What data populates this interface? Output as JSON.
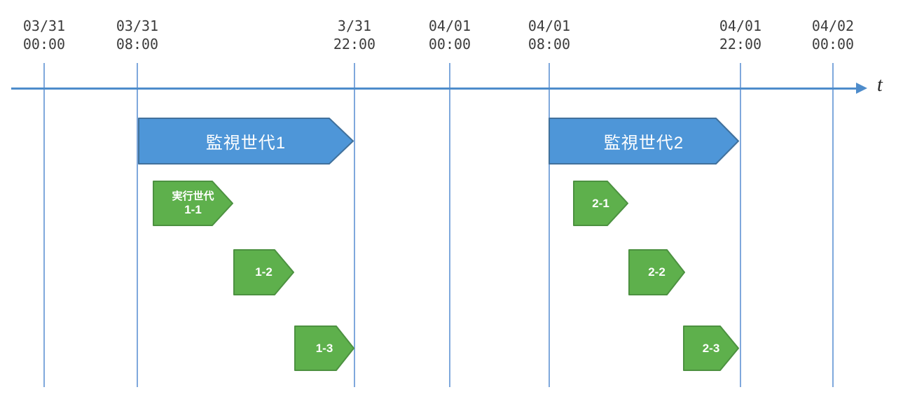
{
  "diagram": {
    "axis_label": "t",
    "ticks": [
      {
        "date": "03/31",
        "time": "00:00"
      },
      {
        "date": "03/31",
        "time": "08:00"
      },
      {
        "date": "3/31",
        "time": "22:00"
      },
      {
        "date": "04/01",
        "time": "00:00"
      },
      {
        "date": "04/01",
        "time": "08:00"
      },
      {
        "date": "04/01",
        "time": "22:00"
      },
      {
        "date": "04/02",
        "time": "00:00"
      }
    ],
    "monitor_bars": [
      {
        "label": "監視世代1"
      },
      {
        "label": "監視世代2"
      }
    ],
    "exec_shapes": [
      {
        "title": "実行世代",
        "label": "1-1"
      },
      {
        "label": "1-2"
      },
      {
        "label": "1-3"
      },
      {
        "label": "2-1"
      },
      {
        "label": "2-2"
      },
      {
        "label": "2-3"
      }
    ],
    "colors": {
      "bar_fill": "#4E96D8",
      "bar_border": "#41719C",
      "exec_fill": "#5EB04C",
      "exec_border": "#4C9140",
      "axis": "#4E8CCB",
      "gridline": "#7FA8DC",
      "label_text": "#3C3C3C",
      "axis_label_text": "#262626"
    }
  }
}
